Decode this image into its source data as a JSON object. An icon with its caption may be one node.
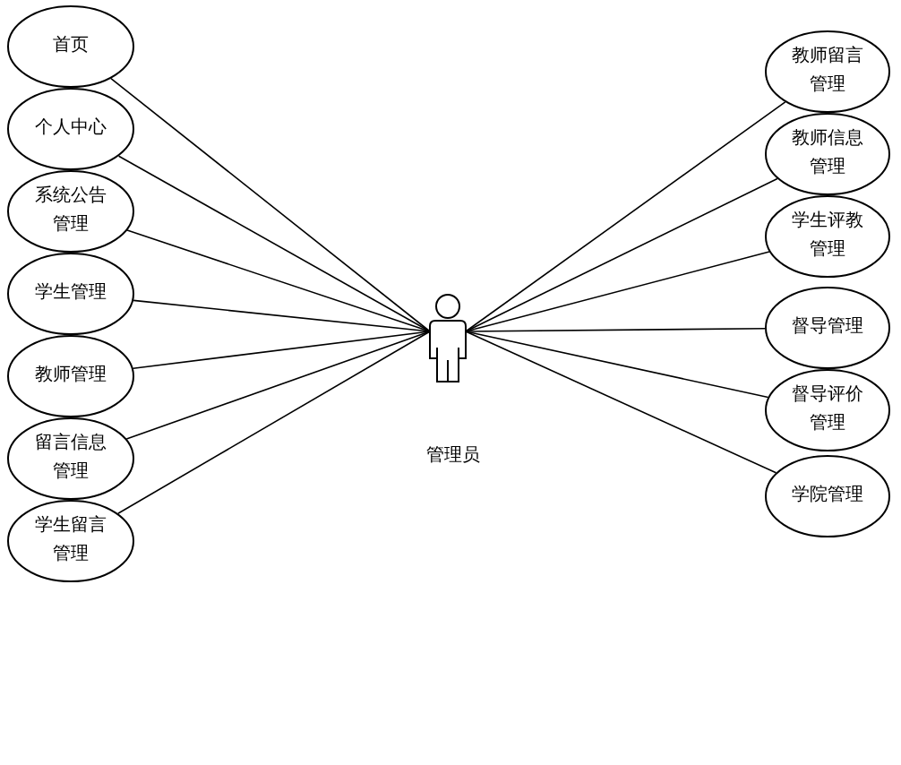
{
  "diagram": {
    "nodes": [
      {
        "text": [
          "管理员"
        ]
      },
      {
        "text": [
          "首页"
        ]
      },
      {
        "text": [
          "个人中心"
        ]
      },
      {
        "text": [
          "系统公告管理"
        ]
      },
      {
        "text": [
          "学生管理"
        ]
      },
      {
        "text": [
          "教师管理"
        ]
      },
      {
        "text": [
          "留言信息管理"
        ]
      },
      {
        "text": [
          "学生留言管理"
        ]
      },
      {
        "text": [
          "教师留言管理"
        ]
      },
      {
        "text": [
          "教师信息管理"
        ]
      },
      {
        "text": [
          "学生评教管理"
        ]
      },
      {
        "text": [
          "督导管理"
        ]
      },
      {
        "text": [
          "督导评价管理"
        ]
      },
      {
        "text": [
          "学院管理"
        ]
      }
    ],
    "edges": [
      {
        "from": 0,
        "to": 1,
        "arrow": "none"
      },
      {
        "from": 0,
        "to": 2,
        "arrow": "none"
      },
      {
        "from": 0,
        "to": 3,
        "arrow": "none"
      },
      {
        "from": 0,
        "to": 4,
        "arrow": "none"
      },
      {
        "from": 0,
        "to": 5,
        "arrow": "none"
      },
      {
        "from": 0,
        "to": 6,
        "arrow": "none"
      },
      {
        "from": 0,
        "to": 7,
        "arrow": "none"
      },
      {
        "from": 0,
        "to": 8,
        "arrow": "none"
      },
      {
        "from": 0,
        "to": 9,
        "arrow": "none"
      },
      {
        "from": 0,
        "to": 10,
        "arrow": "none"
      },
      {
        "from": 0,
        "to": 11,
        "arrow": "none"
      },
      {
        "from": 0,
        "to": 12,
        "arrow": "none"
      },
      {
        "from": 0,
        "to": 13,
        "arrow": "none"
      }
    ]
  }
}
